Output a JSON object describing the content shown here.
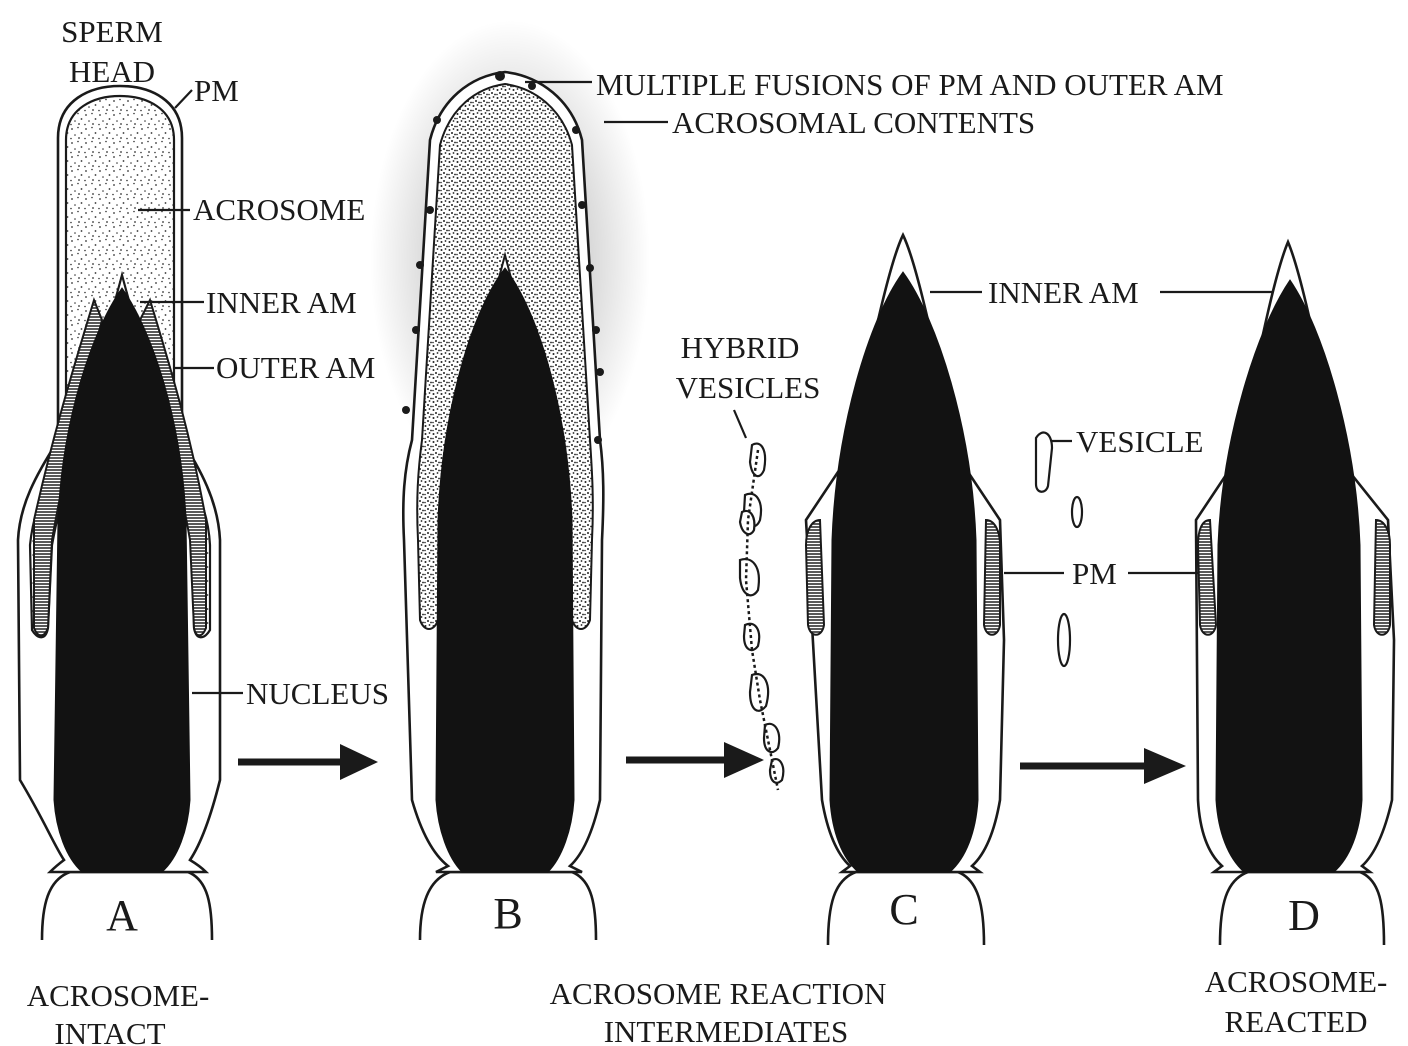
{
  "labels": {
    "sperm_head": [
      "SPERM",
      "HEAD"
    ],
    "pm": "PM",
    "acrosome": "ACROSOME",
    "inner_am": "INNER AM",
    "outer_am": "OUTER AM",
    "nucleus": "NUCLEUS",
    "multiple_fusions": "MULTIPLE FUSIONS OF PM AND OUTER AM",
    "acrosomal_contents": "ACROSOMAL CONTENTS",
    "hybrid_vesicles": [
      "HYBRID",
      "VESICLES"
    ],
    "inner_am_c": "INNER AM",
    "vesicle": "VESICLE",
    "pm_c": "PM"
  },
  "stages": [
    {
      "letter": "A",
      "caption": [
        "ACROSOME-",
        "INTACT"
      ]
    },
    {
      "letter": "B",
      "caption": [
        "ACROSOME REACTION",
        "INTERMEDIATES"
      ]
    },
    {
      "letter": "C",
      "caption": []
    },
    {
      "letter": "D",
      "caption": [
        "ACROSOME-",
        "REACTED"
      ]
    }
  ]
}
